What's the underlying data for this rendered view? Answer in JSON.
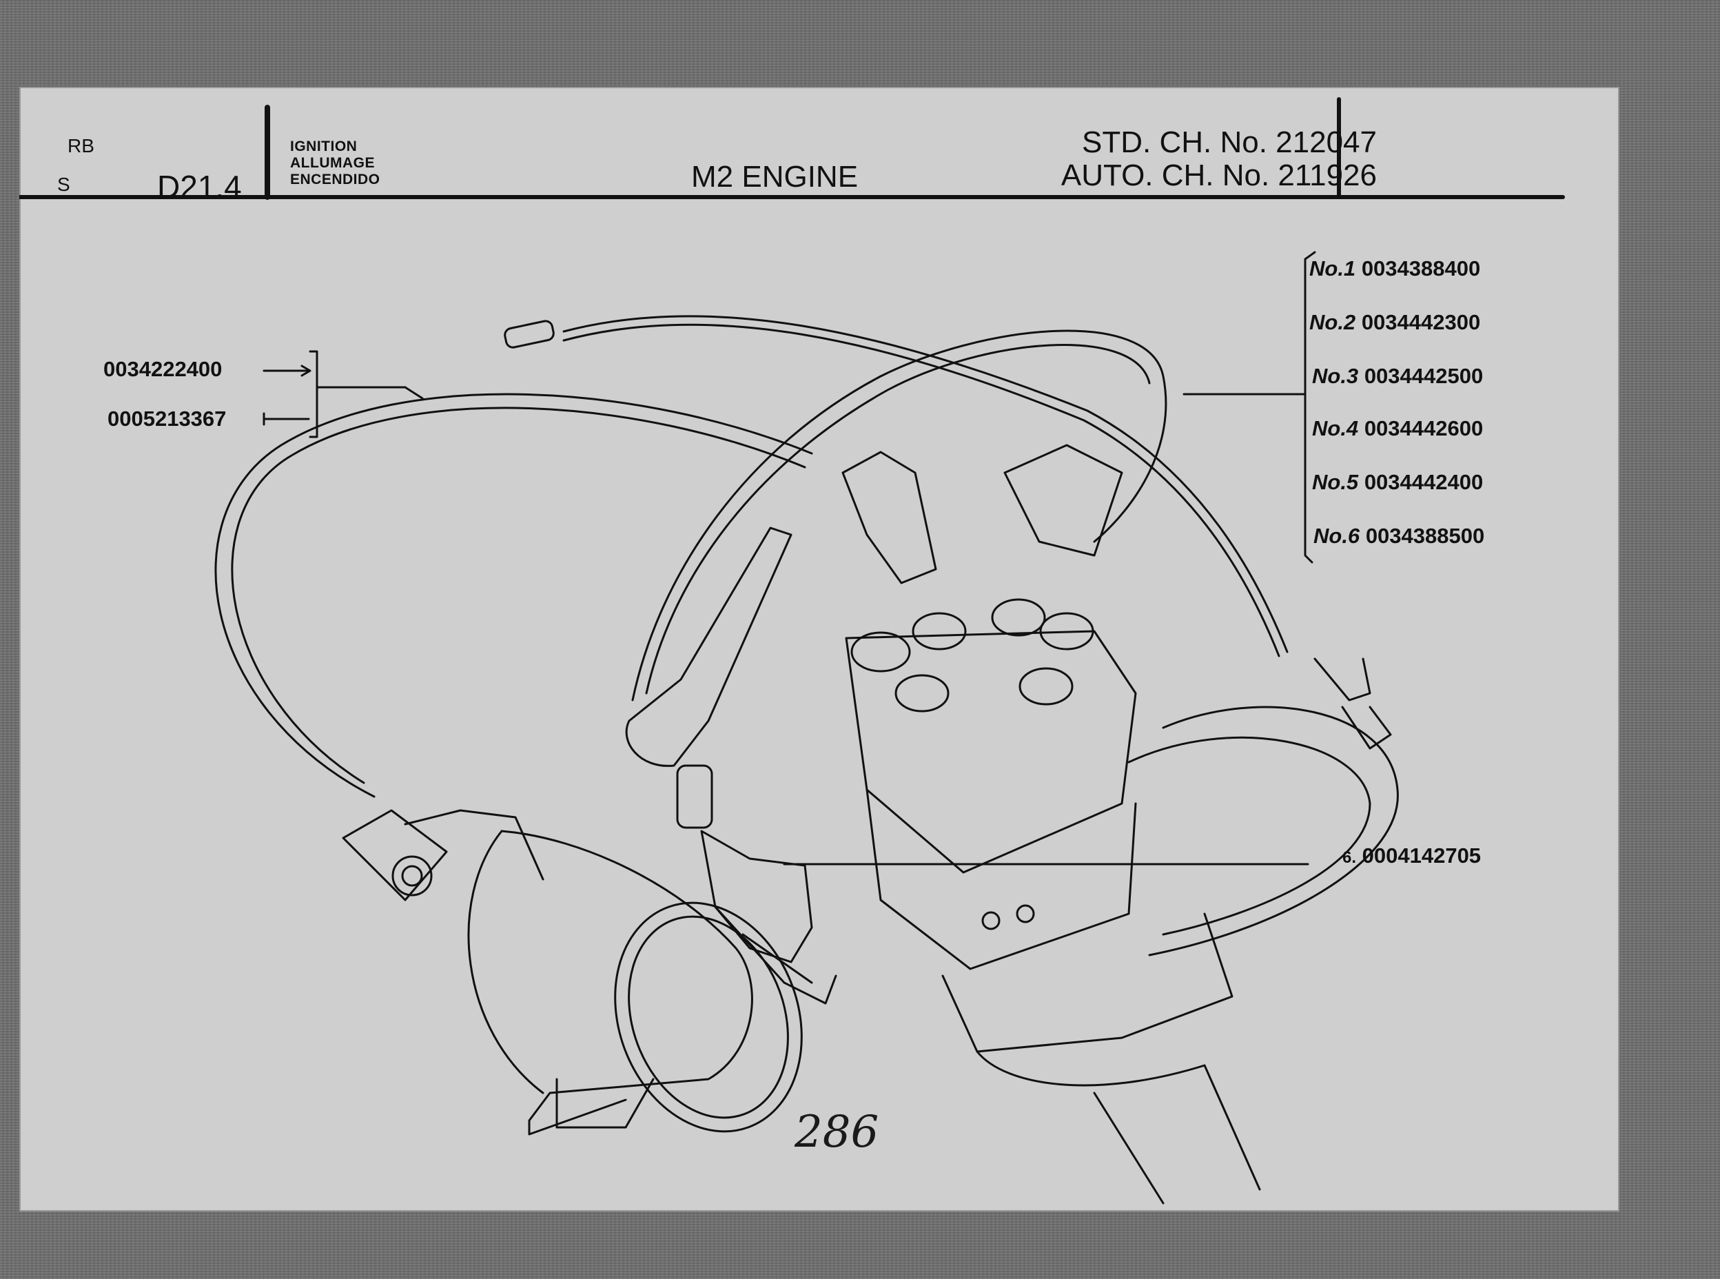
{
  "header": {
    "code_rb": "RB",
    "code_s": "S",
    "section": "D21.4",
    "lang_en": "IGNITION",
    "lang_fr": "ALLUMAGE",
    "lang_es": "ENCENDIDO",
    "engine": "M2 ENGINE",
    "std_chassis": "STD. CH. No. 212047",
    "auto_chassis": "AUTO. CH. No. 211926"
  },
  "left_parts": [
    "0034222400",
    "0005213367"
  ],
  "lead_parts": [
    {
      "no": "No.1",
      "part": "0034388400"
    },
    {
      "no": "No.2",
      "part": "0034442300"
    },
    {
      "no": "No.3",
      "part": "0034442500"
    },
    {
      "no": "No.4",
      "part": "0034442600"
    },
    {
      "no": "No.5",
      "part": "0034442400"
    },
    {
      "no": "No.6",
      "part": "0034388500"
    }
  ],
  "spark_plug": {
    "qty": "6.",
    "part": "0004142705"
  },
  "page_number": "286",
  "colors": {
    "sheet": "#cfcfcf",
    "background": "#6e6e6e",
    "ink": "#111111"
  }
}
